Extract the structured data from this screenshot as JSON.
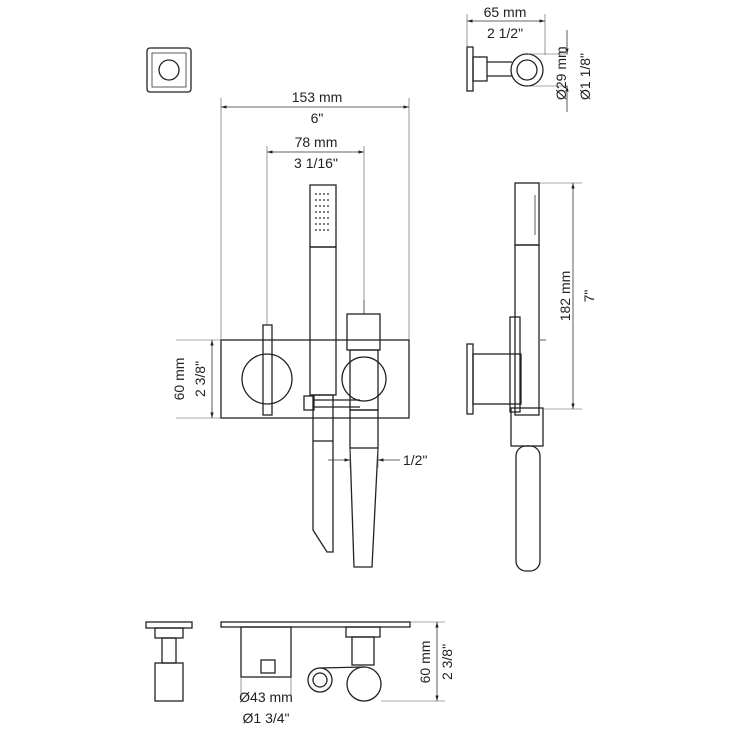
{
  "dimensions": {
    "top_width_mm": "65 mm",
    "top_width_in": "2 1/2\"",
    "top_diam_mm": "Ø29 mm",
    "top_diam_in": "Ø1 1/8\"",
    "total_width_mm": "153 mm",
    "total_width_in": "6\"",
    "handshower_spacing_mm": "78 mm",
    "handshower_spacing_in": "3 1/16\"",
    "plate_height_mm": "60 mm",
    "plate_height_in": "2 3/8\"",
    "outlet_thread": "1/2\"",
    "handshower_length_mm": "182 mm",
    "handshower_length_in": "7\"",
    "bottom_diam_mm": "Ø43 mm",
    "bottom_diam_in": "Ø1 3/4\"",
    "bottom_height_mm": "60 mm",
    "bottom_height_in": "2 3/8\""
  }
}
